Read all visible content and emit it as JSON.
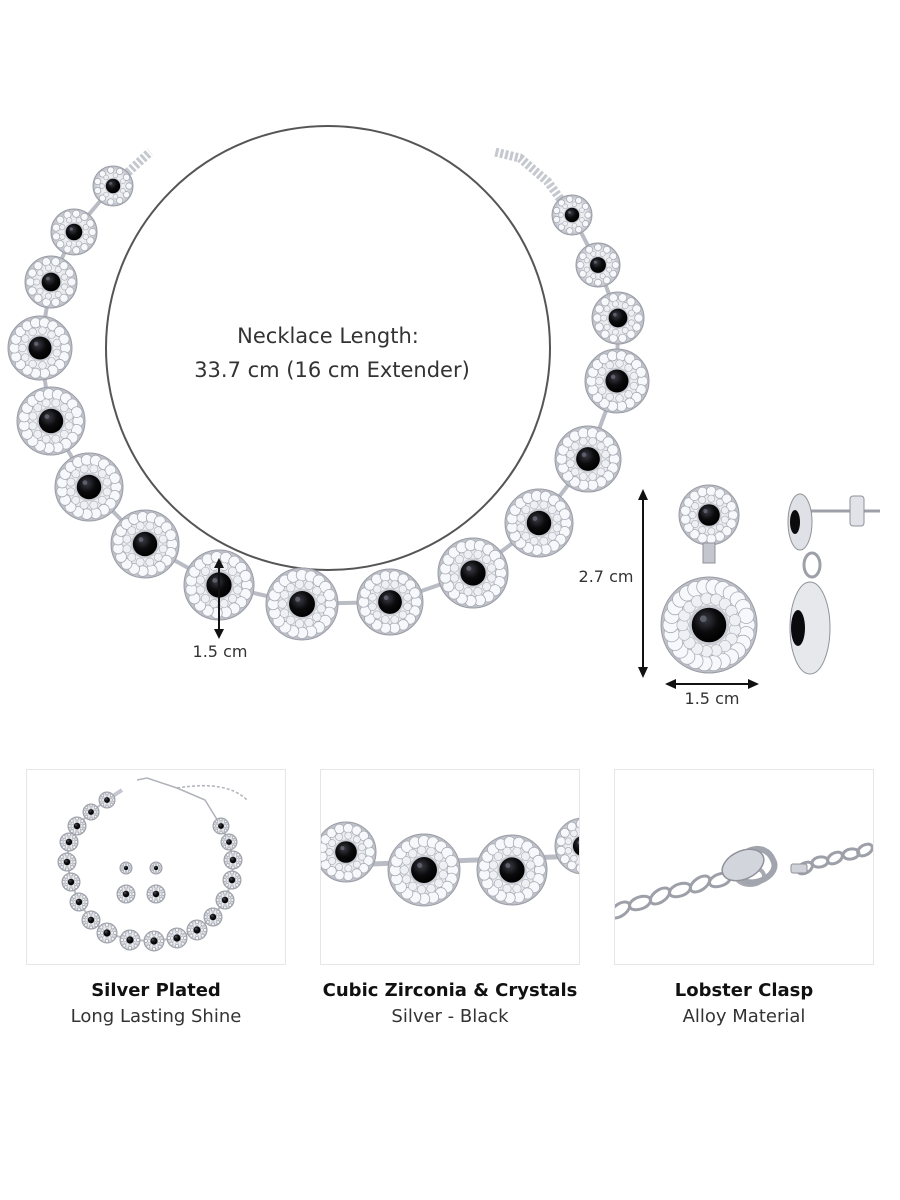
{
  "hero": {
    "length_label_line1": "Necklace Length:",
    "length_label_line2": "33.7 cm (16 cm Extender)",
    "pendant_width_label": "1.5 cm",
    "earring_height_label": "2.7 cm",
    "earring_width_label": "1.5 cm"
  },
  "features": [
    {
      "title": "Silver Plated",
      "subtitle": "Long Lasting Shine"
    },
    {
      "title": "Cubic Zirconia & Crystals",
      "subtitle": "Silver - Black"
    },
    {
      "title": "Lobster Clasp",
      "subtitle": "Alloy Material"
    }
  ],
  "colors": {
    "stone": "#0b0b0d",
    "silver": "#d9dbe0",
    "crystal": "#f4f5f8",
    "outline": "#555555"
  }
}
